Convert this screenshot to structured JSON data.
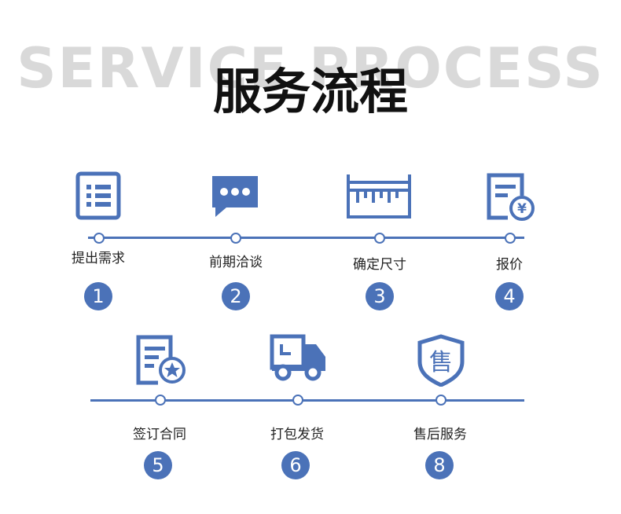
{
  "header": {
    "bg_title": "SERVICE PROCESS",
    "title": "服务流程"
  },
  "colors": {
    "accent": "#4b72b8",
    "bg_title": "#d9d9d9",
    "title": "#111111"
  },
  "steps": [
    {
      "num": "1",
      "label": "提出需求",
      "icon": "list-document-icon"
    },
    {
      "num": "2",
      "label": "前期洽谈",
      "icon": "chat-bubble-icon"
    },
    {
      "num": "3",
      "label": "确定尺寸",
      "icon": "ruler-icon"
    },
    {
      "num": "4",
      "label": "报价",
      "icon": "price-document-icon"
    },
    {
      "num": "5",
      "label": "签订合同",
      "icon": "contract-star-icon"
    },
    {
      "num": "6",
      "label": "打包发货",
      "icon": "delivery-truck-icon"
    },
    {
      "num": "8",
      "label": "售后服务",
      "icon": "after-sale-shield-icon"
    }
  ]
}
